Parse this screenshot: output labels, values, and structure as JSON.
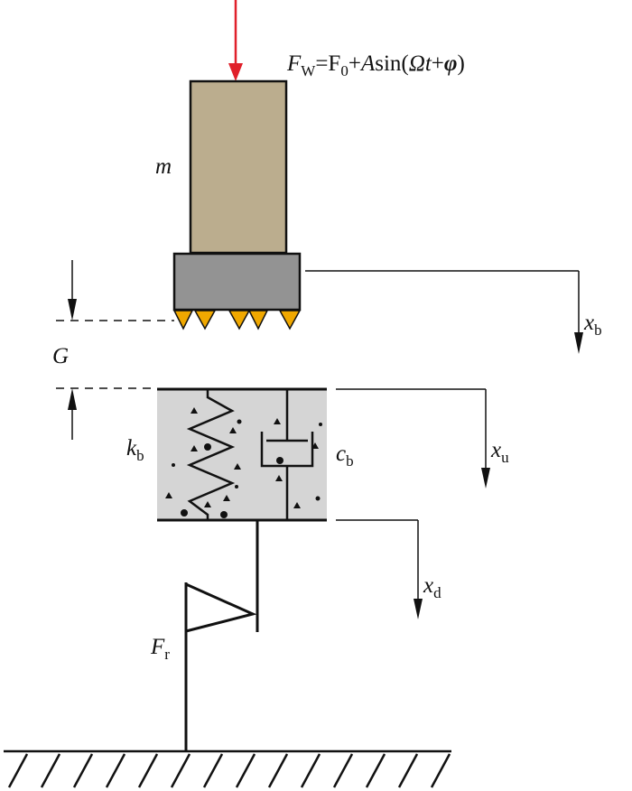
{
  "diagram": {
    "force_label": {
      "F": "F",
      "sub": "W",
      "rest": "=F",
      "sub0": "0",
      "plus": "+",
      "A": "A",
      "sin": "sin(",
      "omega": "Ω",
      "t": "t",
      "plus2": "+",
      "phi": "φ",
      "close": ")"
    },
    "mass_label": "m",
    "gap_label": "G",
    "stiffness_label": {
      "main": "k",
      "sub": "b"
    },
    "damping_label": {
      "main": "c",
      "sub": "b"
    },
    "xb_label": {
      "main": "x",
      "sub": "b"
    },
    "xu_label": {
      "main": "x",
      "sub": "u"
    },
    "xd_label": {
      "main": "x",
      "sub": "d"
    },
    "resistance_label": {
      "main": "F",
      "sub": "r"
    },
    "colors": {
      "mass": "#bbad8e",
      "bit_holder": "#939393",
      "cutters": "#f0a800",
      "rock": "#d5d5d5",
      "force_arrow": "#e0202a",
      "lines": "#111111"
    }
  }
}
